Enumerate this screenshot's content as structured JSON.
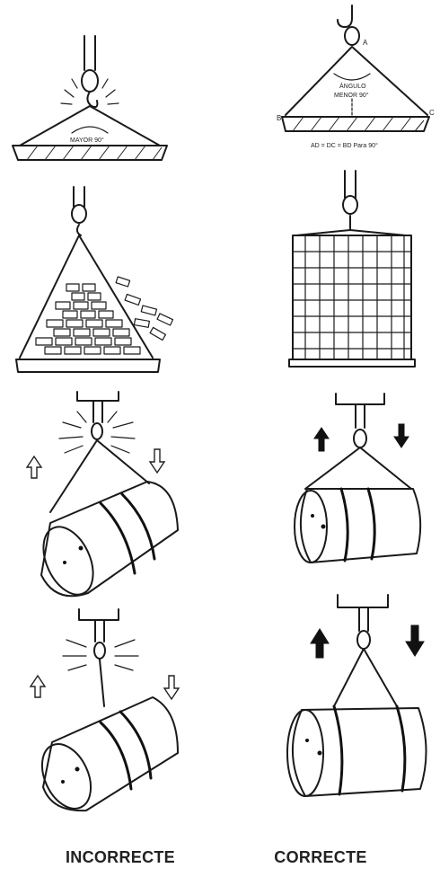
{
  "captions": {
    "incorrect": "INCORRECTE",
    "correct": "CORRECTE"
  },
  "panel1": {
    "incorrect_label": "MAYOR 90°"
  },
  "panel2": {
    "point_a": "A",
    "point_b": "B",
    "point_c": "C",
    "angle_line1": "ÁNGULO",
    "angle_line2": "MENOR 90°",
    "formula": "AD = DC = BD  Para 90°"
  },
  "arrows": {
    "incorrect_style": "outline-arrow",
    "correct_style": "solid-arrow"
  }
}
